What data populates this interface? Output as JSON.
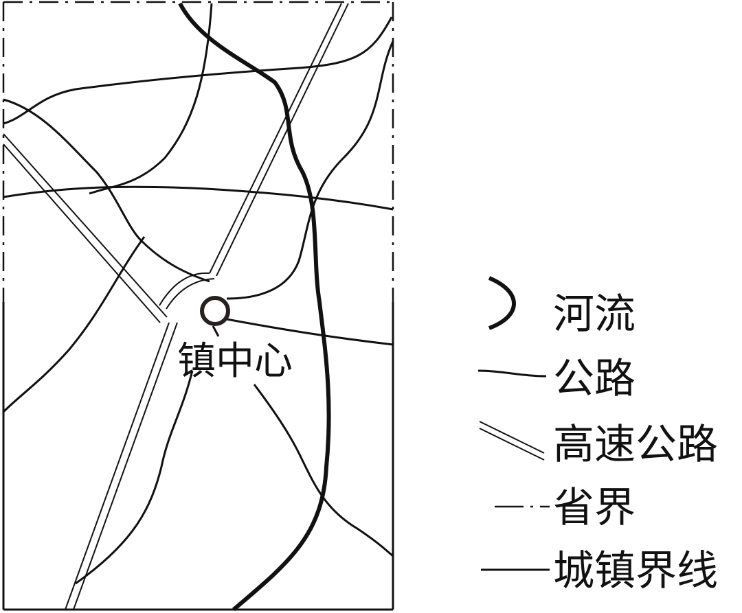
{
  "map": {
    "center_label": "镇中心"
  },
  "legend": {
    "river": "河流",
    "road": "公路",
    "highway": "高速公路",
    "province_border": "省界",
    "town_boundary": "城镇界线"
  },
  "colors": {
    "line": "#111111",
    "center_ring": "#2a1f1f",
    "background": "#ffffff"
  }
}
